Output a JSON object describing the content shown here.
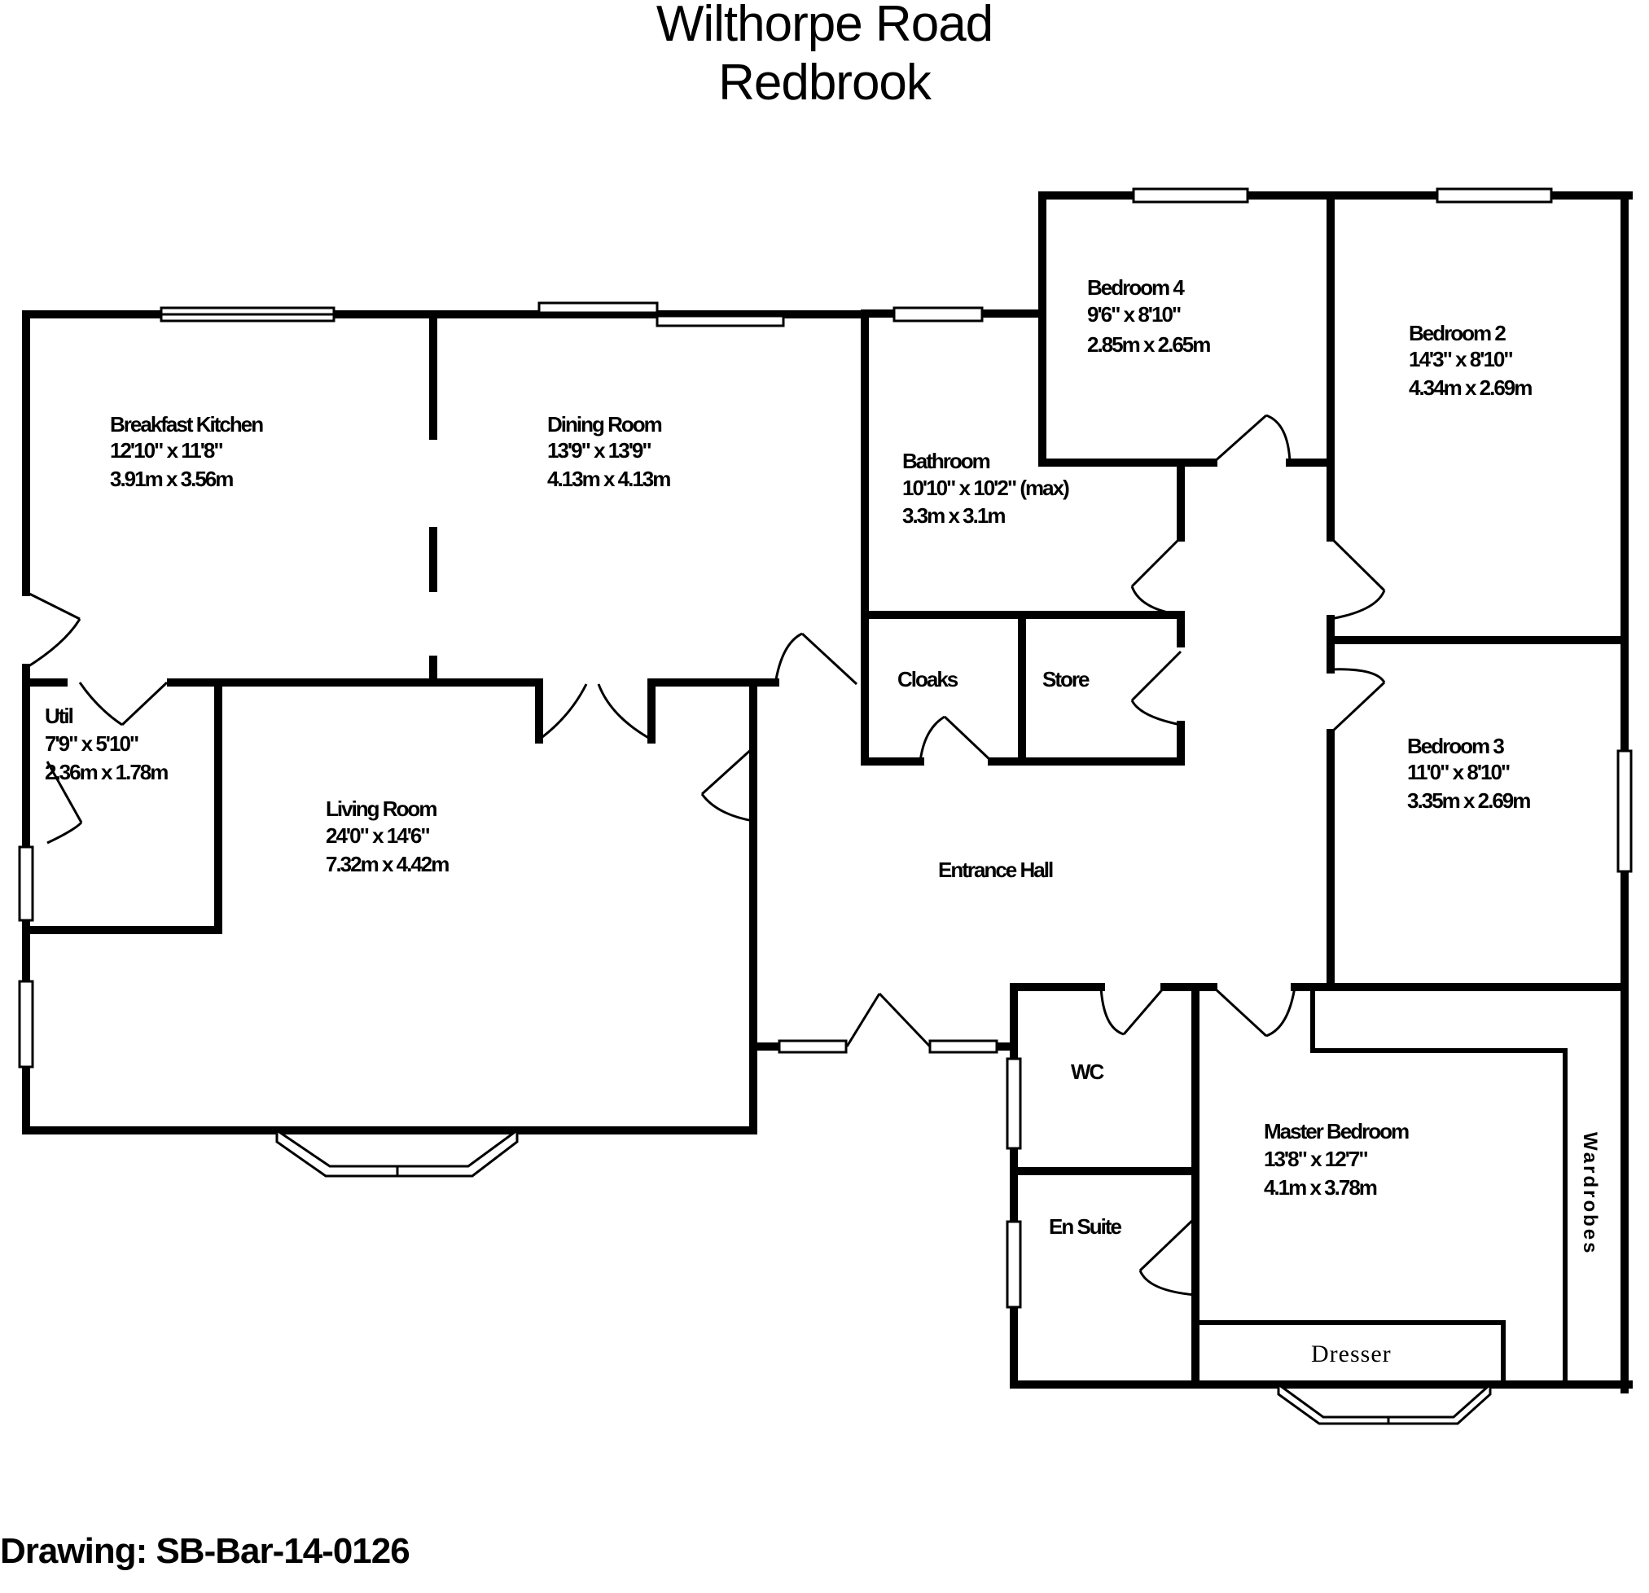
{
  "header": {
    "line1": "Wilthorpe Road",
    "line2": "Redbrook"
  },
  "footer": {
    "drawing": "Drawing:  SB-Bar-14-0126"
  },
  "rooms": {
    "breakfast_kitchen": {
      "name": "Breakfast Kitchen",
      "imperial": "12'10\" x 11'8\"",
      "metric": "3.91m x 3.56m"
    },
    "dining_room": {
      "name": "Dining Room",
      "imperial": "13'9\" x 13'9\"",
      "metric": "4.13m x 4.13m"
    },
    "bathroom": {
      "name": "Bathroom",
      "imperial": "10'10\" x 10'2\" (max)",
      "metric": "3.3m x 3.1m"
    },
    "bedroom_4": {
      "name": "Bedroom 4",
      "imperial": "9'6\" x 8'10\"",
      "metric": "2.85m x 2.65m"
    },
    "bedroom_2": {
      "name": "Bedroom 2",
      "imperial": "14'3\" x 8'10\"",
      "metric": "4.34m x 2.69m"
    },
    "utility": {
      "name": "Util",
      "imperial": "7'9\" x 5'10\"",
      "metric": "2.36m x 1.78m"
    },
    "living_room": {
      "name": "Living Room",
      "imperial": "24'0\" x 14'6\"",
      "metric": "7.32m x 4.42m"
    },
    "cloaks": {
      "name": "Cloaks"
    },
    "store": {
      "name": "Store"
    },
    "bedroom_3": {
      "name": "Bedroom 3",
      "imperial": "11'0\" x 8'10\"",
      "metric": "3.35m x 2.69m"
    },
    "entrance_hall": {
      "name": "Entrance Hall"
    },
    "wc": {
      "name": "WC"
    },
    "master_bedroom": {
      "name": "Master Bedroom",
      "imperial": "13'8\" x 12'7\"",
      "metric": "4.1m x 3.78m"
    },
    "en_suite": {
      "name": "En Suite"
    }
  },
  "fixtures": {
    "wardrobes": "Wardrobes",
    "dresser": "Dresser"
  }
}
